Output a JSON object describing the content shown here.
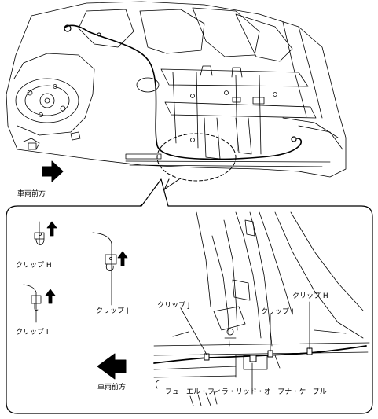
{
  "overview": {
    "direction_label": "車両前方"
  },
  "detail": {
    "direction_label": "車両前方",
    "callouts": {
      "clip_j": "クリップ J",
      "clip_i": "クリップ I",
      "clip_h": "クリップ H",
      "cable": "フューエル・フィラ・リッド・オープナ・ケーブル"
    },
    "legend": {
      "clip_h": "クリップ H",
      "clip_j": "クリップ J",
      "clip_i": "クリップ I"
    }
  }
}
